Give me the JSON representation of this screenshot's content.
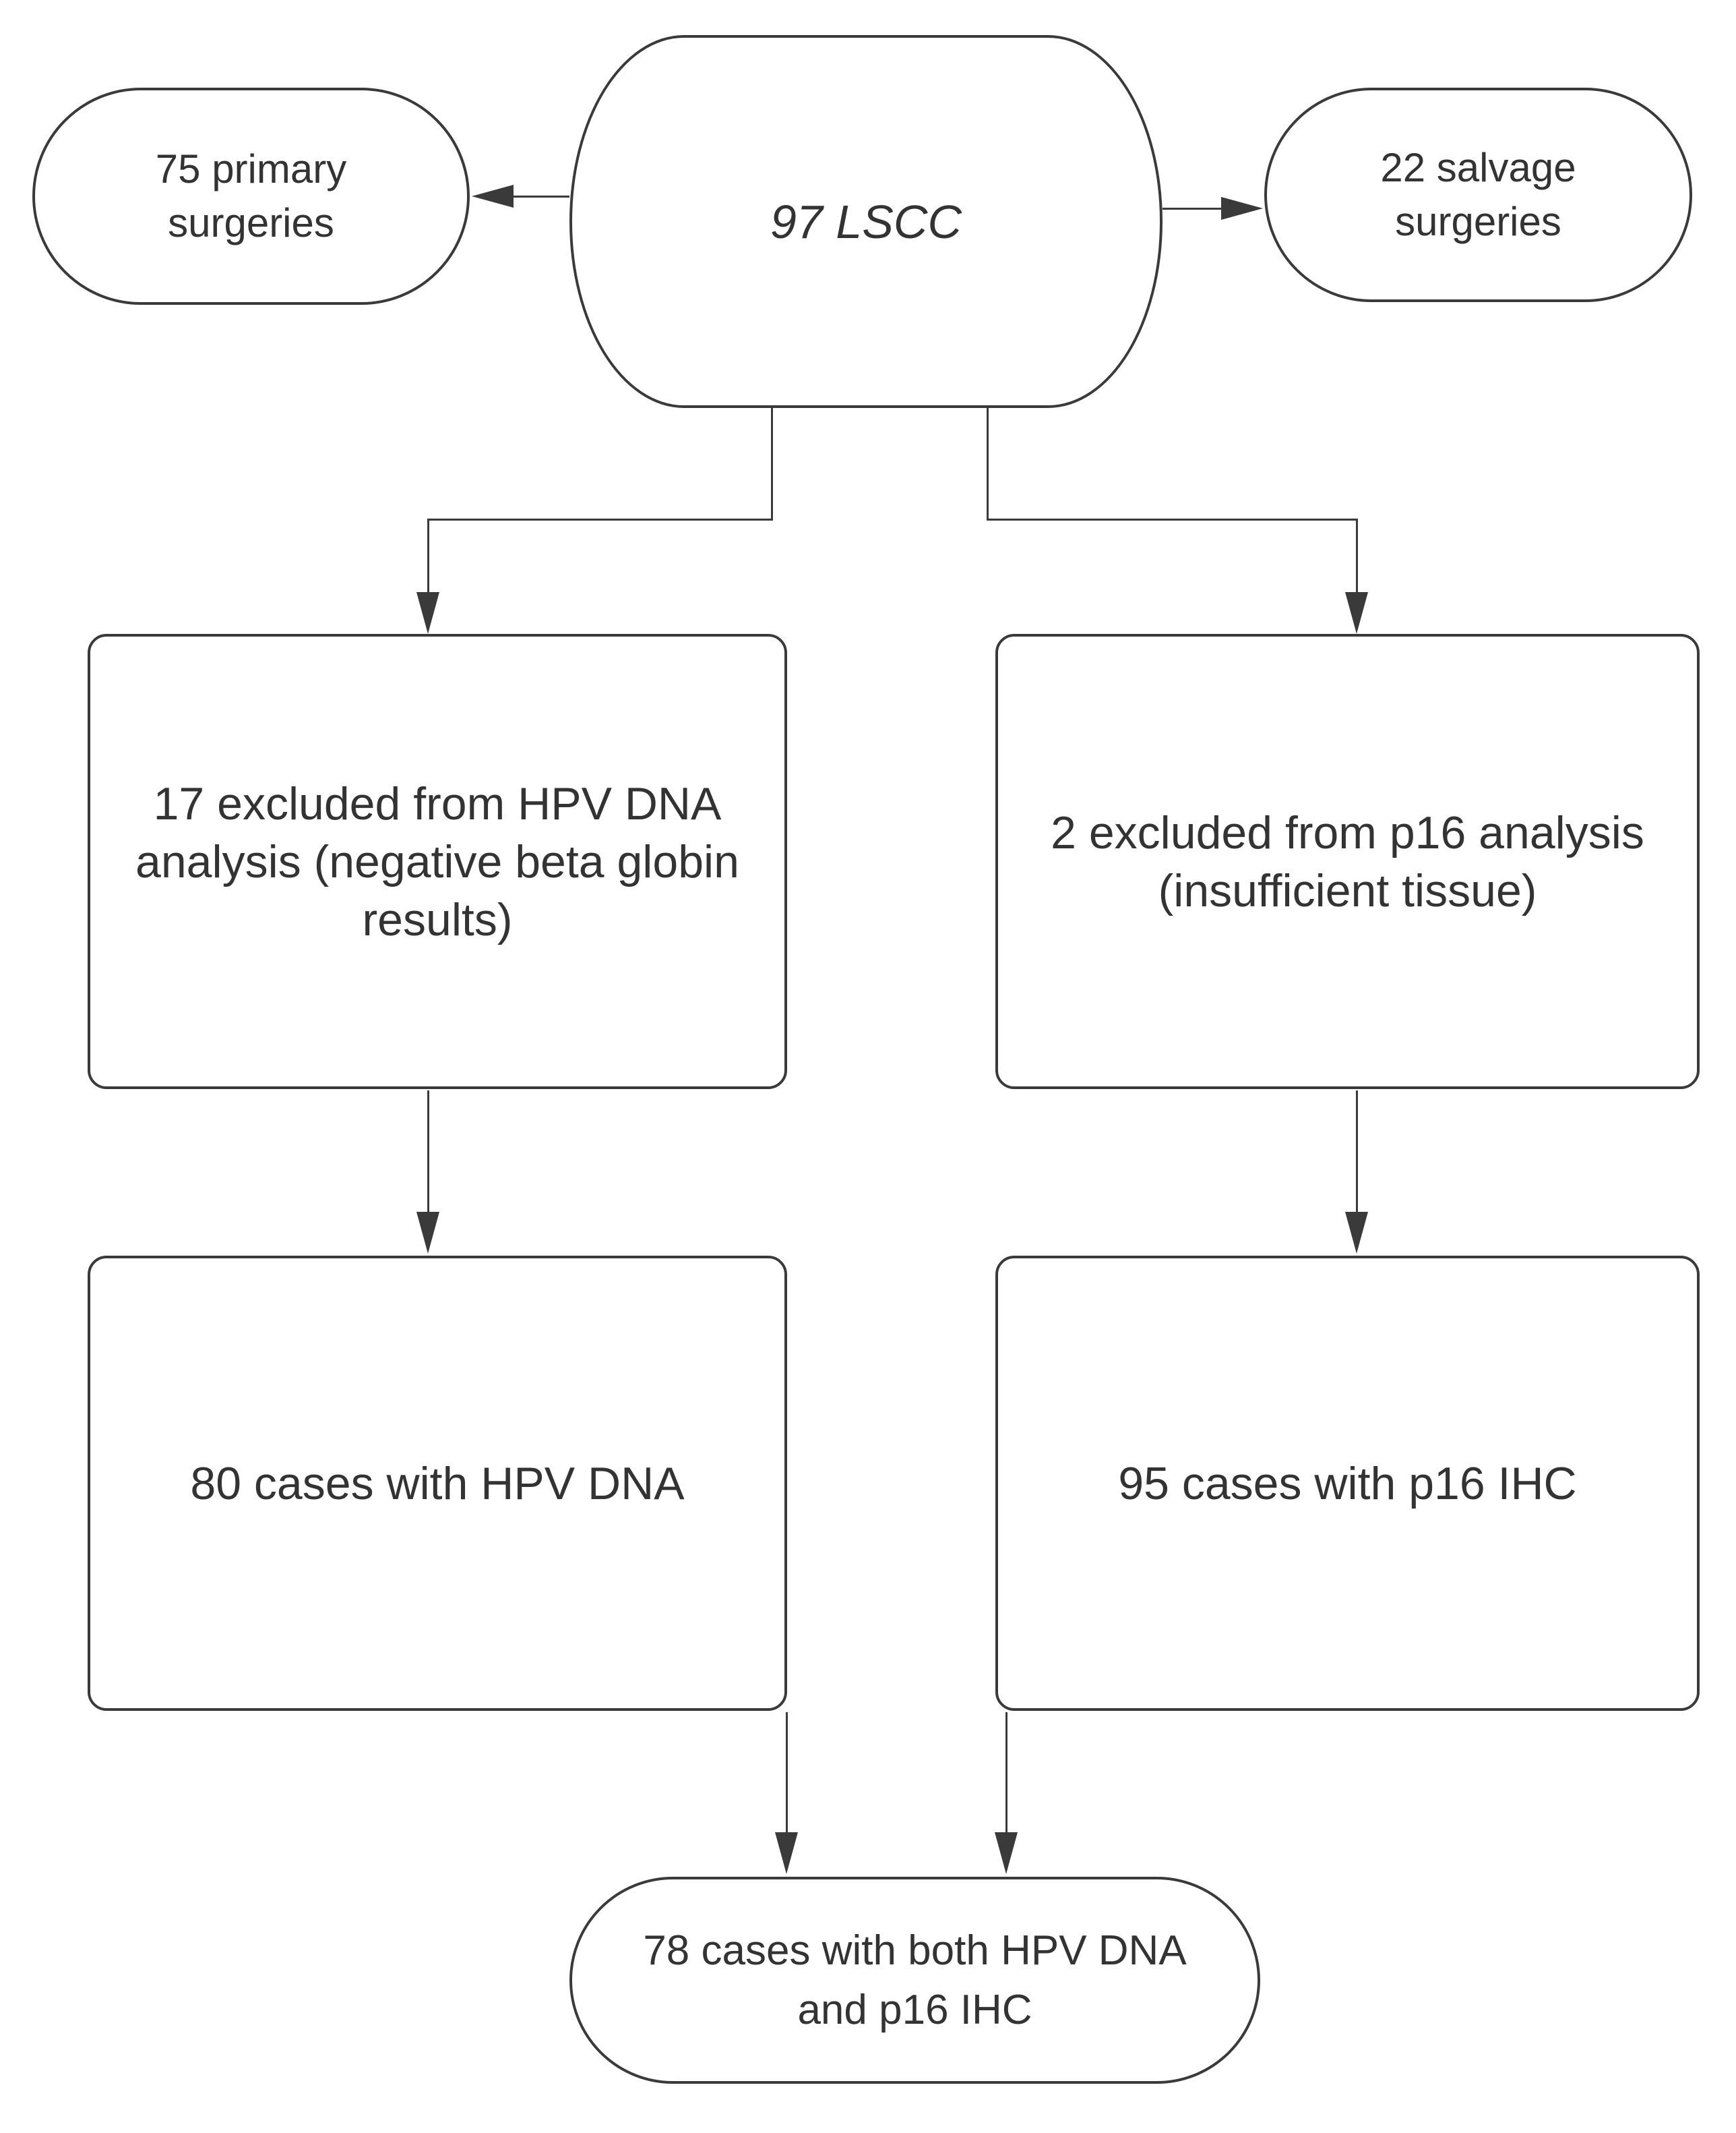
{
  "nodes": {
    "root": {
      "label": "97 LSCC"
    },
    "primary_surgeries": {
      "lines": [
        "75 primary",
        "surgeries"
      ]
    },
    "salvage_surgeries": {
      "lines": [
        "22 salvage",
        "surgeries"
      ]
    },
    "excluded_hpv": {
      "lines": [
        "17 excluded from HPV DNA",
        "analysis (negative beta globin",
        "results)"
      ]
    },
    "excluded_p16": {
      "lines": [
        "2 excluded from p16 analysis",
        "(insufficient tissue)"
      ]
    },
    "cases_hpv": {
      "label": "80 cases with HPV DNA"
    },
    "cases_p16": {
      "label": "95 cases with p16 IHC"
    },
    "cases_both": {
      "lines": [
        "78 cases with both HPV DNA",
        "and p16 IHC"
      ]
    }
  },
  "colors": {
    "stroke": "#3a3a3a",
    "text": "#333333",
    "background": "#ffffff"
  }
}
